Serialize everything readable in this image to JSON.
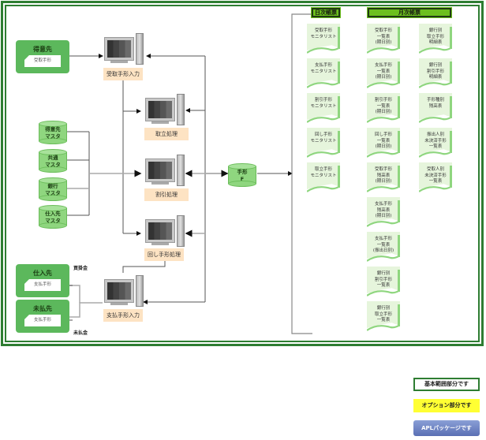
{
  "parties": {
    "customer": {
      "name": "得意先",
      "card": "受取手形"
    },
    "supplier": {
      "name": "仕入先",
      "card": "支払手形"
    },
    "unpaid": {
      "name": "未払先",
      "card": "支払手形"
    }
  },
  "notes": {
    "accounts_payable": "買掛金",
    "unpaid_amount": "未払金"
  },
  "masters": [
    {
      "line1": "得意先",
      "line2": "マスタ"
    },
    {
      "line1": "共通",
      "line2": "マスタ"
    },
    {
      "line1": "銀行",
      "line2": "マスタ"
    },
    {
      "line1": "仕入先",
      "line2": "マスタ"
    }
  ],
  "processes": {
    "receive_input": "受取手形入力",
    "collection": "取立処理",
    "discount": "割引処理",
    "endorse": "回し手形処理",
    "pay_input": "支払手形入力"
  },
  "file": {
    "line1": "手形",
    "line2": "F"
  },
  "daily": {
    "header": "日次帳票",
    "docs": [
      [
        "受取手形",
        "モニタリスト"
      ],
      [
        "支払手形",
        "モニタリスト"
      ],
      [
        "割引手形",
        "モニタリスト"
      ],
      [
        "回し手形",
        "モニタリスト"
      ],
      [
        "取立手形",
        "モニタリスト"
      ]
    ]
  },
  "monthly": {
    "header": "月次帳票",
    "col1": [
      [
        "受取手形",
        "一覧表",
        "(期日別)"
      ],
      [
        "支払手形",
        "一覧表",
        "(期日別)"
      ],
      [
        "割引手形",
        "一覧表",
        "(期日別)"
      ],
      [
        "回し手形",
        "一覧表",
        "(期日別)"
      ],
      [
        "受取手形",
        "残高表",
        "(期日別)"
      ],
      [
        "支払手形",
        "残高表",
        "(期日別)"
      ],
      [
        "支払手形",
        "一覧表",
        "(振出日別)"
      ],
      [
        "銀行別",
        "割引手形",
        "一覧表"
      ],
      [
        "銀行別",
        "取立手形",
        "一覧表"
      ]
    ],
    "col2": [
      [
        "銀行別",
        "取立手形",
        "明細表"
      ],
      [
        "銀行別",
        "割引手形",
        "明細表"
      ],
      [
        "手形種別",
        "残高表"
      ],
      [
        "振出人別",
        "未決済手形",
        "一覧表"
      ],
      [
        "受取人別",
        "未決済手形",
        "一覧表"
      ]
    ]
  },
  "legend": {
    "basic": "基本範囲部分です",
    "option": "オプション部分です",
    "apl": "APLパッケージです"
  },
  "colors": {
    "frame": "#2e7d32",
    "party": "#5cb85c",
    "header": "#6cbf1e",
    "doc": "#e6f5dc",
    "label": "#fde3c3",
    "option": "#ffff33",
    "apl": "#6a7fc4"
  }
}
